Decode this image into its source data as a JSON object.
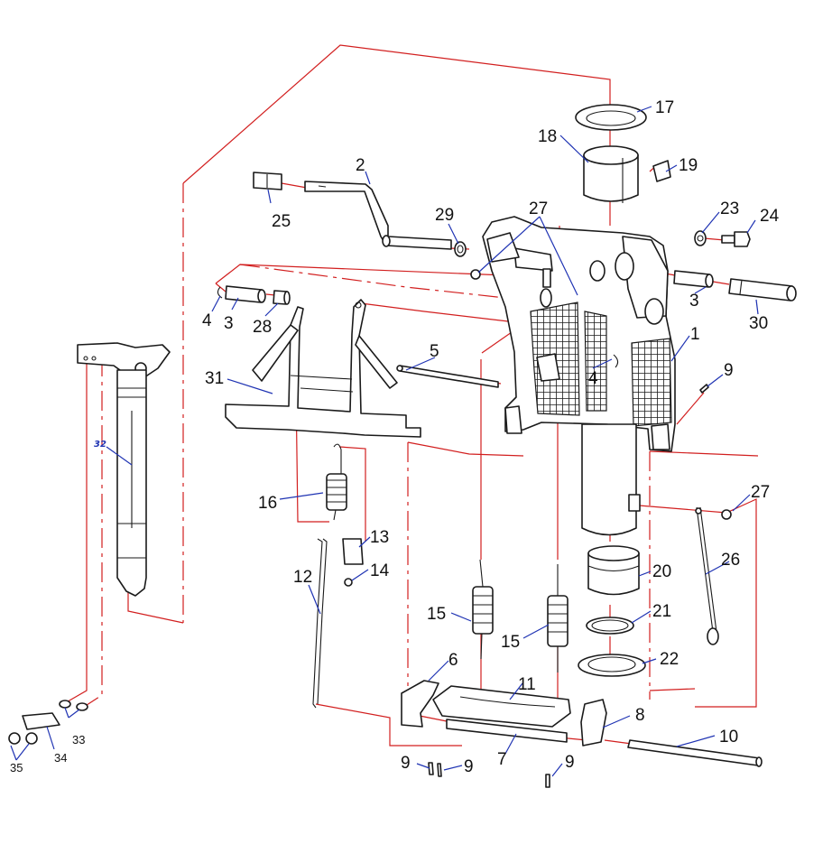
{
  "callouts": {
    "c1": "1",
    "c2": "2",
    "c3a": "3",
    "c3b": "3",
    "c4a": "4",
    "c4b": "4",
    "c5": "5",
    "c6": "6",
    "c7": "7",
    "c8": "8",
    "c9a": "9",
    "c9b": "9",
    "c9c": "9",
    "c9d": "9",
    "c10": "10",
    "c11": "11",
    "c12": "12",
    "c13": "13",
    "c14": "14",
    "c15a": "15",
    "c15b": "15",
    "c16": "16",
    "c17": "17",
    "c18": "18",
    "c19": "19",
    "c20": "20",
    "c21": "21",
    "c22": "22",
    "c23": "23",
    "c24": "24",
    "c25": "25",
    "c26": "26",
    "c27a": "27",
    "c27b": "27",
    "c28": "28",
    "c29": "29",
    "c30": "30",
    "c31": "31",
    "c32": "32",
    "c33": "33",
    "c34": "34",
    "c35": "35"
  },
  "colors": {
    "assembly_line": "#d21f1f",
    "leader_line": "#1f33b3",
    "part_outline": "#1a1a1a",
    "background": "#ffffff"
  }
}
